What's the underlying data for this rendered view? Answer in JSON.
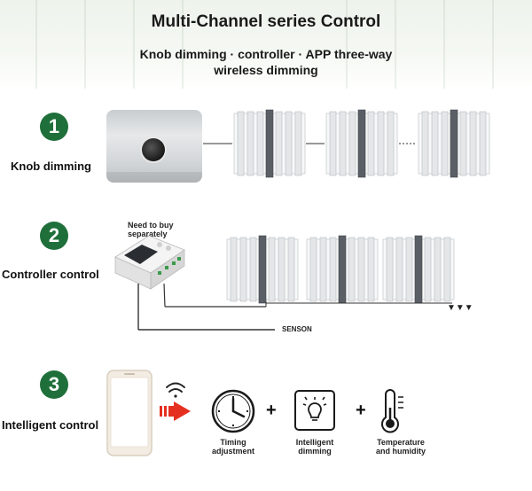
{
  "header": {
    "title": "Multi-Channel series Control",
    "subtitle_line1": "Knob dimming · controller · APP three-way",
    "subtitle_line2": "wireless dimming"
  },
  "sections": [
    {
      "number": "1",
      "label": "Knob dimming"
    },
    {
      "number": "2",
      "label": "Controller control",
      "note_line1": "Need to buy",
      "note_line2": "separately",
      "sensor_label": "SENSON"
    },
    {
      "number": "3",
      "label": "Intelligent control",
      "features": [
        {
          "icon": "clock-icon",
          "line1": "Timing",
          "line2": "adjustment"
        },
        {
          "icon": "bulb-icon",
          "line1": "Intelligent",
          "line2": "dimming"
        },
        {
          "icon": "thermometer-icon",
          "line1": "Temperature",
          "line2": "and humidity"
        }
      ],
      "plus": "+"
    }
  ],
  "colors": {
    "badge": "#1f6f3a",
    "arrow": "#e53020",
    "fixture": "#e4e6e8"
  }
}
